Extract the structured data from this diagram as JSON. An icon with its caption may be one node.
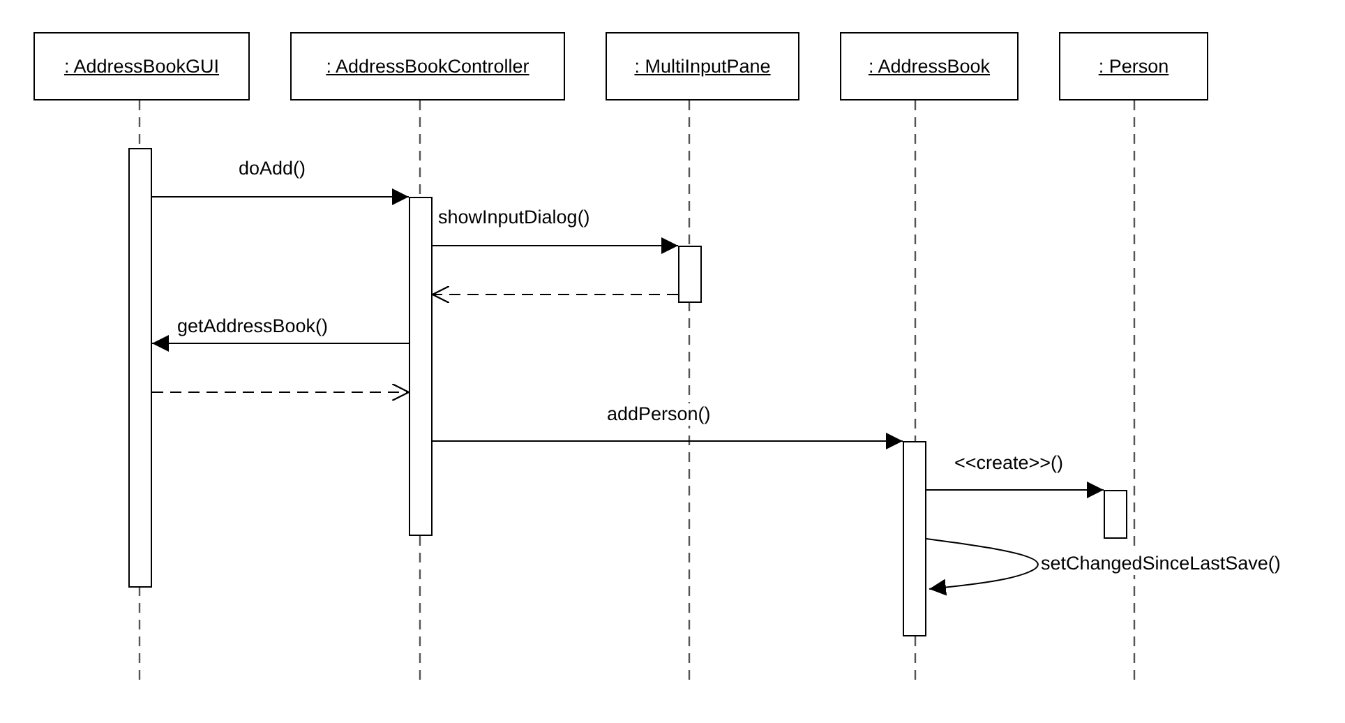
{
  "diagram": {
    "nodes": [
      {
        "text": [
          ": AddressBookGUI"
        ]
      },
      {
        "text": [
          ": AddressBookController"
        ]
      },
      {
        "text": [
          ": MultiInputPane"
        ]
      },
      {
        "text": [
          ": AddressBook"
        ]
      },
      {
        "text": [
          ": Person"
        ]
      },
      {
        "text": [],
        "shape": "bar"
      },
      {
        "text": [],
        "shape": "bar"
      },
      {
        "text": [],
        "shape": "bar"
      },
      {
        "text": [],
        "shape": "bar"
      },
      {
        "text": [],
        "shape": "bar"
      }
    ],
    "edges": [
      {
        "from": 5,
        "to": 6,
        "arrow": "to",
        "label": "doAdd()"
      },
      {
        "from": 6,
        "to": 7,
        "arrow": "to",
        "label": "showInputDialog()"
      },
      {
        "from": 7,
        "to": 6,
        "arrow": "to",
        "style": "dashed"
      },
      {
        "from": 6,
        "to": 5,
        "arrow": "to",
        "label": "getAddressBook()"
      },
      {
        "from": 5,
        "to": 6,
        "arrow": "to",
        "style": "dashed"
      },
      {
        "from": 6,
        "to": 8,
        "arrow": "to",
        "label": "addPerson()"
      },
      {
        "from": 8,
        "to": 9,
        "arrow": "to",
        "label": "<<create>>()"
      },
      {
        "from": 8,
        "to": 8,
        "arrow": "to",
        "label": "setChangedSinceLastSave()"
      }
    ]
  }
}
